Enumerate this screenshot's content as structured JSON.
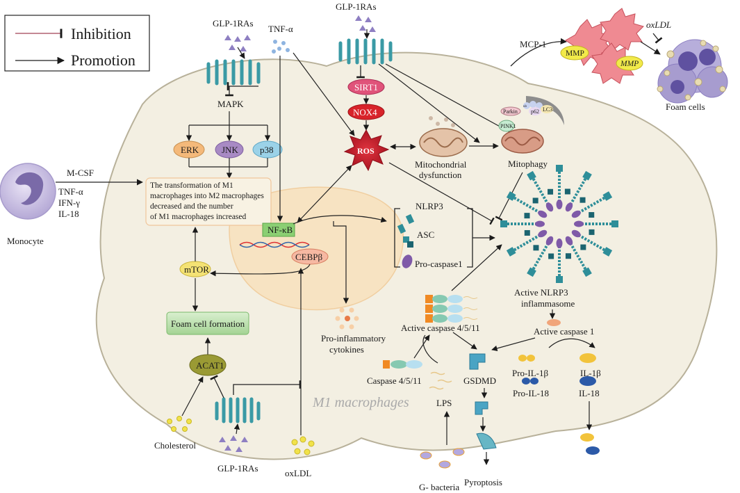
{
  "legend": {
    "inhibition": "Inhibition",
    "promotion": "Promotion"
  },
  "drugs": {
    "glp1_top_left": "GLP-1RAs",
    "glp1_top_center": "GLP-1RAs",
    "glp1_bottom": "GLP-1RAs"
  },
  "signals": {
    "tnf_alpha": "TNF-α",
    "mcp1": "MCP-1",
    "oxldl_top": "oxLDL",
    "oxldl_bottom": "oxLDL",
    "cholesterol": "Cholesterol"
  },
  "foam_cells": "Foam cells",
  "monocyte": {
    "label": "Monocyte",
    "mcsf": "M-CSF",
    "cytokines": [
      "TNF-α",
      "IFN-γ",
      "IL-18"
    ]
  },
  "mapk": {
    "label": "MAPK",
    "erk": "ERK",
    "jnk": "JNK",
    "p38": "p38"
  },
  "transformation_text": [
    "The transformation of M1",
    "macrophages into M2 macrophages",
    "decreased and the number",
    "of M1 macrophages increased"
  ],
  "nucleus": {
    "nfkb": "NF-κB",
    "cebpb": "CEBPβ"
  },
  "mtor": "mTOR",
  "foam_cell_formation": "Foam cell formation",
  "acat1": "ACAT1",
  "sirt1": "SIRT1",
  "nox4": "NOX4",
  "ros": "ROS",
  "mito": {
    "dysfunction": [
      "Mitochondrial",
      "dysfunction"
    ],
    "mitophagy": "Mitophagy",
    "parkin": "Parkin",
    "p62": "p62",
    "lc3": "LC3",
    "ub": "ub",
    "pink1": "PINK1"
  },
  "mmp": "MMP",
  "inflammasome": {
    "nlrp3": "NLRP3",
    "asc": "ASC",
    "procaspase1": "Pro-caspase1",
    "active": [
      "Active  NLRP3",
      "inflammasome"
    ],
    "active_caspase1": "Active  caspase 1"
  },
  "pro_inflammatory": [
    "Pro-inflammatory",
    "cytokines"
  ],
  "caspase": {
    "active": "Active caspase 4/5/11",
    "inactive": "Caspase 4/5/11"
  },
  "lps": "LPS",
  "gsdmd": "GSDMD",
  "pyroptosis": "Pyroptosis",
  "bacteria": "G- bacteria",
  "interleukins": {
    "pro_il1b": "Pro-IL-1β",
    "pro_il18": "Pro-IL-18",
    "il1b": "IL-1β",
    "il18": "IL-18"
  },
  "m1_label": "M1 macrophages",
  "colors": {
    "cell_fill": "#f3efe2",
    "cell_stroke": "#b8b19a",
    "nucleus_fill": "#f9dfb8",
    "receptor": "#3a9aa5",
    "drug_dots": "#8e7fc2",
    "ros": "#c3202f",
    "sirt1": "#e0537a",
    "nox4": "#d8232a",
    "erk": "#f4b97a",
    "jnk": "#a88ac4",
    "p38": "#9bd2e8",
    "green_box": "#b6dcaa",
    "acat1": "#9a9a34",
    "mtor": "#f4e274",
    "mmp": "#f2ea4a",
    "monocyte": "#c8bfe0",
    "inflammasome_teal": "#2e8e99",
    "inflammasome_purple": "#7f5aa8",
    "foam_cell": "#9b8ec7"
  }
}
